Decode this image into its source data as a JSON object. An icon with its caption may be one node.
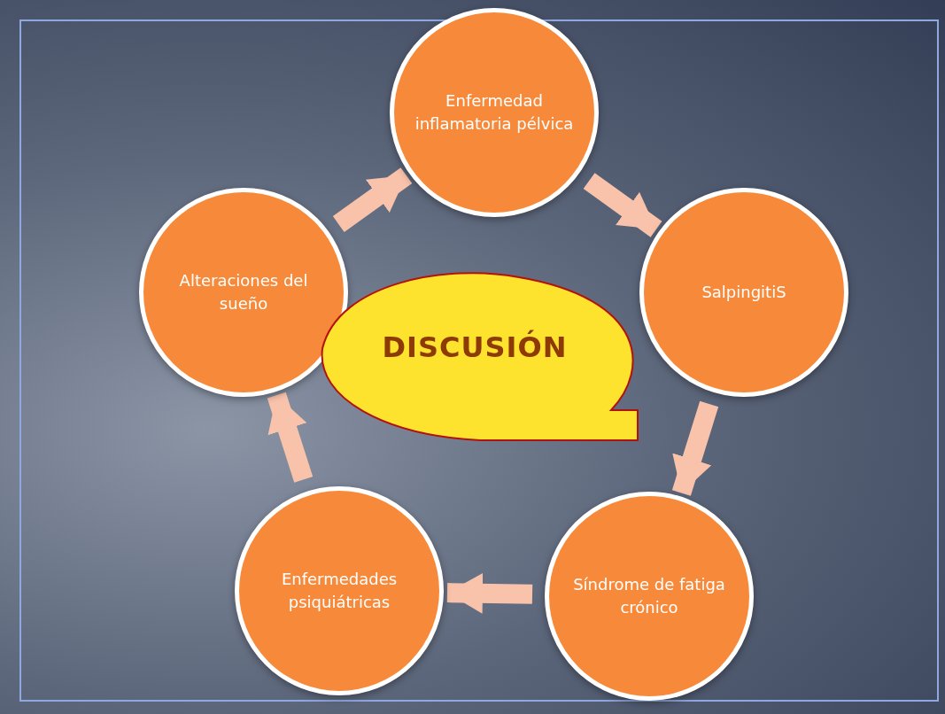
{
  "diagram": {
    "nodes": [
      {
        "text": [
          "Enfermedad inflamatoria pélvica"
        ]
      },
      {
        "text": [
          "SalpingitiS"
        ]
      },
      {
        "text": [
          "Síndrome de fatiga crónico"
        ]
      },
      {
        "text": [
          "Enfermedades psiquiátricas"
        ]
      },
      {
        "text": [
          "Alteraciones del sueño"
        ]
      },
      {
        "text": [
          "DISCUSIÓN"
        ]
      }
    ],
    "edges": [
      {
        "from": 0,
        "to": 1,
        "arrow": "to"
      },
      {
        "from": 1,
        "to": 2,
        "arrow": "to"
      },
      {
        "from": 2,
        "to": 3,
        "arrow": "to"
      },
      {
        "from": 3,
        "to": 4,
        "arrow": "to"
      },
      {
        "from": 4,
        "to": 0,
        "arrow": "to"
      }
    ]
  }
}
